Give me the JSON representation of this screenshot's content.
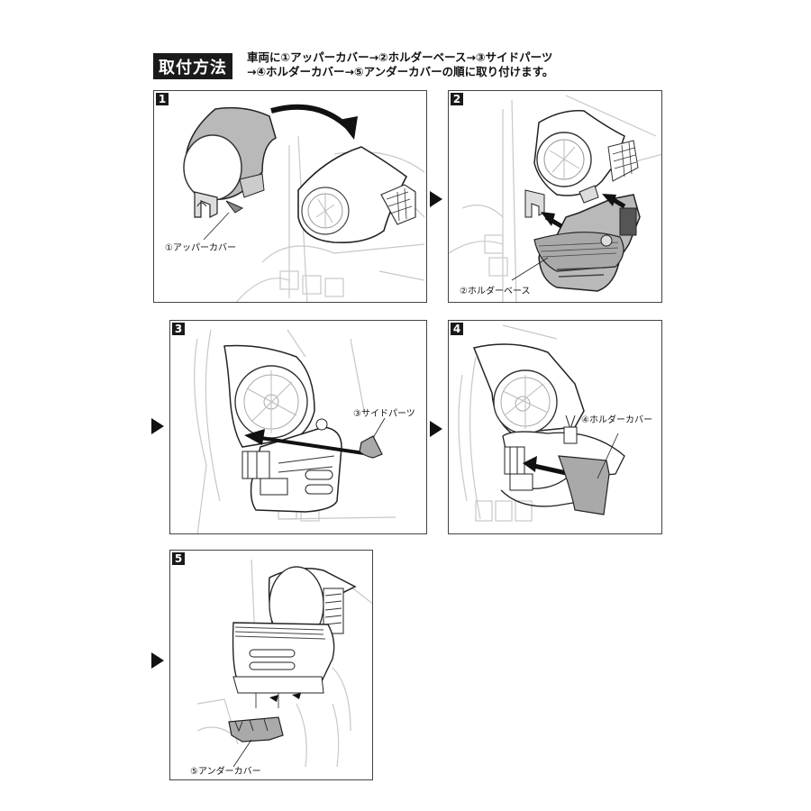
{
  "header": {
    "badge": "取付方法",
    "instruction_line1": "車両に①アッパーカバー→②ホルダーベース→③サイドパーツ",
    "instruction_line2": "→④ホルダーカバー→⑤アンダーカバーの順に取り付けます。"
  },
  "steps": [
    {
      "number": "1",
      "label": "①アッパーカバー"
    },
    {
      "number": "2",
      "label": "②ホルダーベース"
    },
    {
      "number": "3",
      "label": "③サイドパーツ"
    },
    {
      "number": "4",
      "label": "④ホルダーカバー"
    },
    {
      "number": "5",
      "label": "⑤アンダーカバー"
    }
  ],
  "colors": {
    "part_fill": "#b9b9b9",
    "line": "#222222",
    "ghost_line": "#c8c8c8",
    "badge": "#1a1a1a"
  }
}
